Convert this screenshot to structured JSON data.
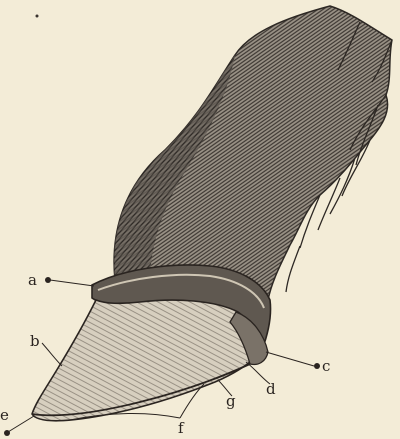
{
  "figure": {
    "labels": {
      "a": "a",
      "b": "b",
      "c": "c",
      "d": "d",
      "e": "e",
      "f": "f",
      "g": "g"
    }
  }
}
